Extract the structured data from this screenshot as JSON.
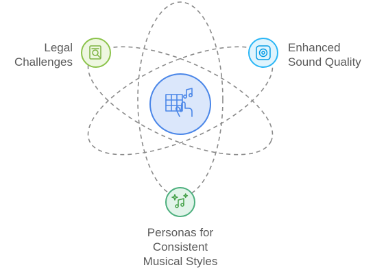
{
  "diagram": {
    "center": {
      "icon": "music-grid-hand-icon",
      "color": "#4a86e8"
    },
    "nodes": [
      {
        "id": "legal",
        "lines": [
          "Legal",
          "Challenges"
        ],
        "icon": "legal-document-search-icon",
        "color": "#8bc34a"
      },
      {
        "id": "sound",
        "lines": [
          "Enhanced",
          "Sound Quality"
        ],
        "icon": "speaker-icon",
        "color": "#29b6f6"
      },
      {
        "id": "personas",
        "lines": [
          "Personas for",
          "Consistent",
          "Musical Styles"
        ],
        "icon": "sparkle-music-note-icon",
        "color": "#4caf7d"
      }
    ]
  }
}
